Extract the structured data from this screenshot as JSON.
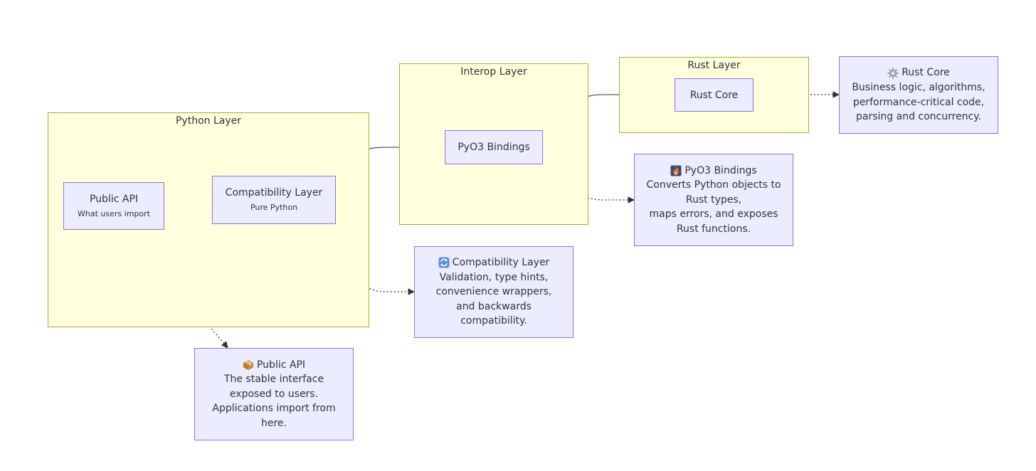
{
  "clusters": {
    "python": "Python Layer",
    "interop": "Interop Layer",
    "rust": "Rust Layer"
  },
  "nodes": {
    "public_api": {
      "title": "Public API",
      "subtitle": "What users import"
    },
    "compat": {
      "title": "Compatibility Layer",
      "subtitle": "Pure Python"
    },
    "pyo3": {
      "title": "PyO3 Bindings"
    },
    "rust_core": {
      "title": "Rust Core"
    }
  },
  "notes": {
    "public_api": {
      "icon": "package-icon",
      "title": "Public API",
      "lines": [
        "The stable interface",
        "exposed to users.",
        "Applications import from",
        "here."
      ]
    },
    "compat": {
      "icon": "cycle-arrows-icon",
      "title": "Compatibility Layer",
      "lines": [
        "Validation, type hints,",
        "convenience wrappers,",
        "and backwards",
        "compatibility."
      ]
    },
    "pyo3": {
      "icon": "flame-icon",
      "title": "PyO3 Bindings",
      "lines": [
        "Converts Python objects to",
        "Rust types,",
        "maps errors, and exposes",
        "Rust functions."
      ]
    },
    "rust_core": {
      "icon": "gear-icon",
      "title": "Rust Core",
      "lines": [
        "Business logic, algorithms,",
        "performance-critical code,",
        "parsing and concurrency."
      ]
    }
  },
  "colors": {
    "cluster_fill": "#ffffde",
    "cluster_border": "#aaaa33",
    "node_fill": "#ececff",
    "node_border": "#9370db",
    "edge": "#333333"
  }
}
